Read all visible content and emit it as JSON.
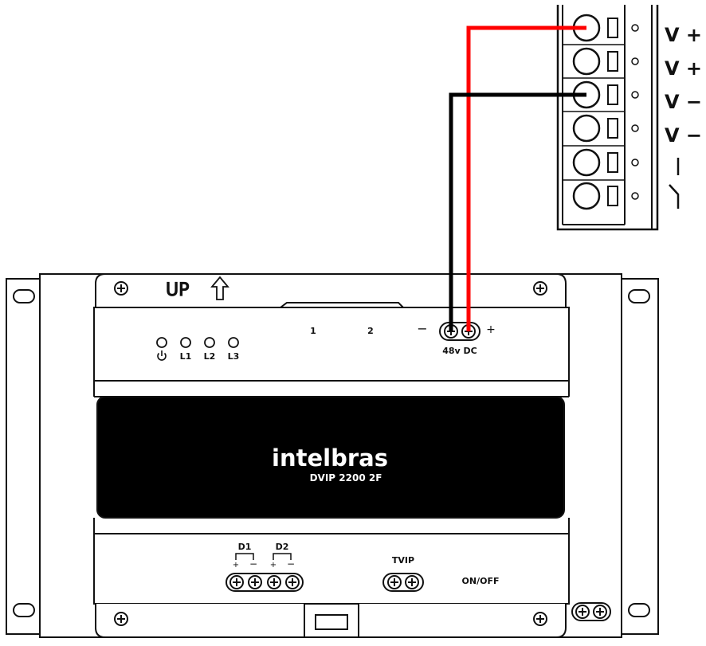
{
  "psu_labels": [
    "V +",
    "V +",
    "V −",
    "V −"
  ],
  "device": {
    "up_label": "UP",
    "led_labels": [
      "L1",
      "L2",
      "L3"
    ],
    "port_labels": [
      "1",
      "2"
    ],
    "power_minus": "−",
    "power_plus": "+",
    "power_label": "48v DC",
    "brand": "intelbras",
    "model": "DVIP 2200 2F",
    "d1_label": "D1",
    "d2_label": "D2",
    "tvip_label": "TVIP",
    "onoff_label": "ON/OFF"
  },
  "wire_colors": {
    "positive": "#ff0000",
    "negative": "#000000"
  }
}
